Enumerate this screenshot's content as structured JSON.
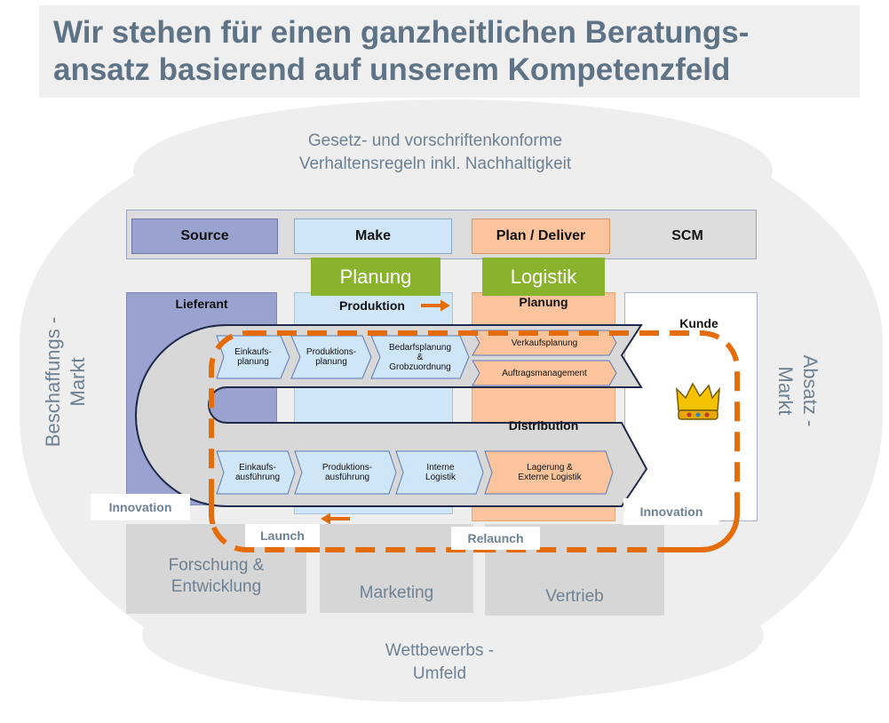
{
  "title": {
    "line1": "Wir stehen für einen ganzheitlichen Beratungs-",
    "line2": "ansatz basierend auf unserem Kompetenzfeld"
  },
  "environment": {
    "top_line1": "Gesetz- und vorschriftenkonforme",
    "top_line2": "Verhaltensregeln inkl. Nachhaltigkeit",
    "left_line1": "Beschaffungs -",
    "left_line2": "Markt",
    "right_line1": "Absatz -",
    "right_line2": "Markt",
    "bottom_line1": "Wettbewerbs -",
    "bottom_line2": "Umfeld"
  },
  "scm_bar": {
    "source": "Source",
    "make": "Make",
    "plan_deliver": "Plan / Deliver",
    "scm": "SCM"
  },
  "highlights": {
    "planung": "Planung",
    "logistik": "Logistik"
  },
  "columns": {
    "lieferant": "Lieferant",
    "produktion": "Produktion",
    "planung": "Planung",
    "kunde": "Kunde",
    "distribution": "Distribution"
  },
  "top_flow": {
    "einkaufsplanung": "Einkaufs-\nplanung",
    "produktionsplanung": "Produktions-\nplanung",
    "bedarfsplanung": "Bedarfsplanung\n&\nGrobzuordnung",
    "verkaufsplanung": "Verkaufsplanung",
    "auftragsmanagement": "Auftragsmanagement"
  },
  "bottom_flow": {
    "einkaufsausfuehrung": "Einkaufs-\nausführung",
    "produktionsausfuehrung": "Produktions-\nausführung",
    "interne_logistik": "Interne\nLogistik",
    "lagerung": "Lagerung &\nExterne Logistik"
  },
  "tags": {
    "innovation_left": "Innovation",
    "innovation_right": "Innovation",
    "launch": "Launch",
    "relaunch": "Relaunch"
  },
  "departments": {
    "fue_line1": "Forschung &",
    "fue_line2": "Entwicklung",
    "marketing": "Marketing",
    "vertrieb": "Vertrieb"
  },
  "colors": {
    "title_text": "#5e7386",
    "source_fill": "#9aa3cf",
    "make_fill": "#cfe5f8",
    "plan_fill": "#fbc49d",
    "green": "#8ab32d",
    "orange_dash": "#e46c0a",
    "cloud": "#eeeeee",
    "department": "#d6d6d6"
  },
  "icons": {
    "customer": "crown-icon",
    "arrow": "orange-arrow-icon"
  }
}
